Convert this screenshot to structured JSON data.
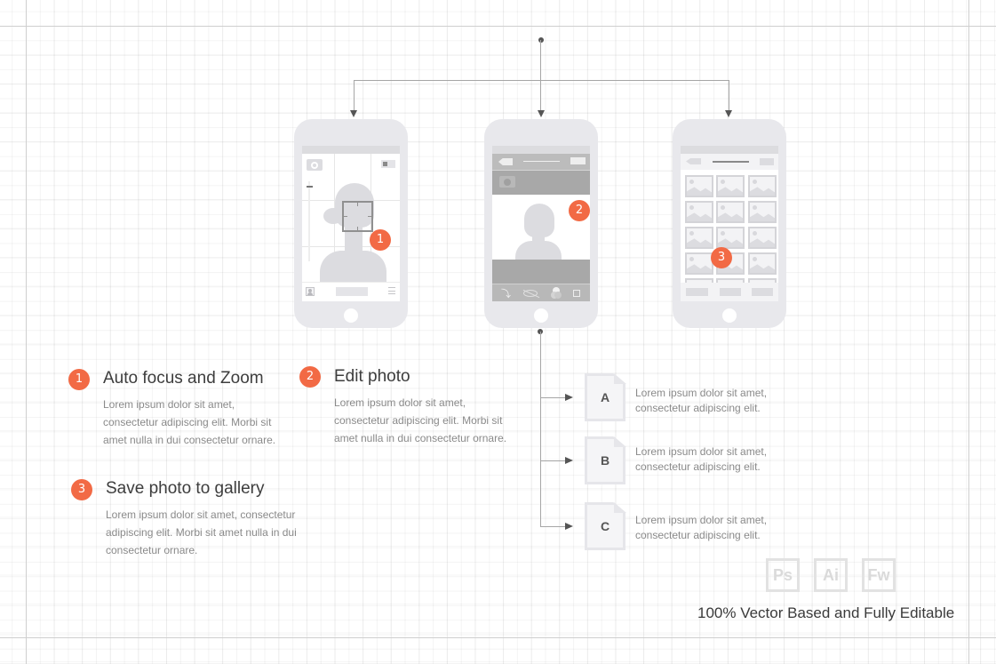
{
  "diagram": {
    "steps": [
      {
        "number": "1",
        "title": "Auto focus and Zoom",
        "body_lines": [
          "Lorem ipsum dolor sit amet,",
          "consectetur adipiscing elit. Morbi sit",
          "amet nulla in dui consectetur ornare."
        ]
      },
      {
        "number": "2",
        "title": "Edit photo",
        "body_lines": [
          "Lorem ipsum dolor sit amet,",
          "consectetur adipiscing elit. Morbi sit",
          "amet nulla in dui consectetur ornare."
        ]
      },
      {
        "number": "3",
        "title": "Save photo to gallery",
        "body_lines": [
          "Lorem ipsum dolor sit amet, consectetur",
          "adipiscing elit. Morbi sit amet nulla in dui",
          "consectetur ornare."
        ]
      }
    ],
    "phones": [
      {
        "name": "camera-screen",
        "badge": "1",
        "icons": [
          "camera-icon",
          "flash-toggle-icon",
          "zoom-slider",
          "focus-reticle",
          "gallery-icon",
          "menu-icon"
        ]
      },
      {
        "name": "edit-screen",
        "badge": "2",
        "icons": [
          "back-icon",
          "camera-icon",
          "rotate-icon",
          "hide-icon",
          "filter-icon",
          "crop-icon"
        ]
      },
      {
        "name": "gallery-screen",
        "badge": "3",
        "icons": [
          "back-icon",
          "image-thumbnail-icon"
        ]
      }
    ],
    "options": [
      {
        "label": "A",
        "text_lines": [
          "Lorem ipsum dolor sit amet,",
          "consectetur adipiscing elit."
        ]
      },
      {
        "label": "B",
        "text_lines": [
          "Lorem ipsum dolor sit amet,",
          "consectetur adipiscing elit."
        ]
      },
      {
        "label": "C",
        "text_lines": [
          "Lorem ipsum dolor sit amet,",
          "consectetur adipiscing elit."
        ]
      }
    ],
    "tools": [
      "Ps",
      "Ai",
      "Fw"
    ],
    "footer": "100% Vector Based and Fully Editable"
  },
  "colors": {
    "accent": "#f26a45",
    "phone_body": "#e8e8ec",
    "connector": "#a6a6a6",
    "title_text": "#3d3d3d",
    "body_text": "#8a8a8a"
  }
}
